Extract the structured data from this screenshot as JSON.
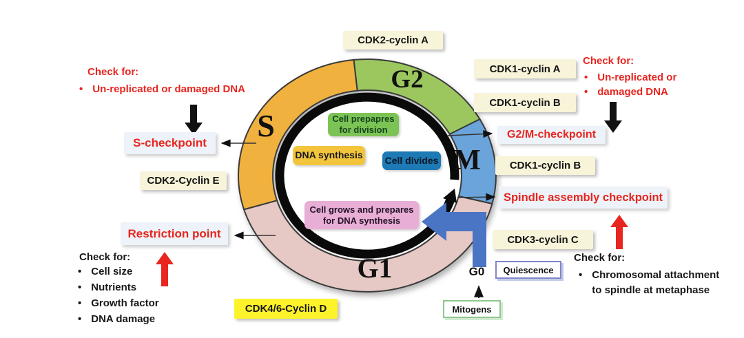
{
  "colors": {
    "red": "#e8251f",
    "g0_arrow": "#4a74c4",
    "cdk_box_bg": "#f8f4da",
    "cdk_d_bg": "#fdf32b",
    "checkpoint_bg": "#edf3f8"
  },
  "ring": {
    "phases": {
      "s": {
        "label": "S",
        "color": "#f0b13f"
      },
      "g2": {
        "label": "G2",
        "color": "#9cc75f"
      },
      "m": {
        "label": "M",
        "color": "#6ba4da"
      },
      "g1": {
        "label": "G1",
        "color": "#e6c9c5"
      }
    },
    "inner_actions": {
      "g2": {
        "text": "Cell prepapres\nfor division",
        "color": "#7cc356",
        "text_color": "#17451c"
      },
      "s": {
        "text": "DNA synthesis",
        "color": "#f2c53d",
        "text_color": "#181818"
      },
      "m": {
        "text": "Cell divides",
        "color": "#1d7ab5",
        "text_color": "#0a1624"
      },
      "g1": {
        "text": "Cell grows and prepares\nfor DNA synthesis",
        "color": "#e8aed6",
        "text_color": "#221226"
      }
    },
    "g0_label": "G0"
  },
  "cyclin_boxes": {
    "cdk2_cyclin_a": "CDK2-cyclin A",
    "cdk1_cyclin_a": "CDK1-cyclin A",
    "cdk1_cyclin_b_upper": "CDK1-cyclin B",
    "cdk1_cyclin_b_lower": "CDK1-cyclin B",
    "cdk3_cyclin_c": "CDK3-cyclin C",
    "cdk2_cyclin_e": "CDK2-Cyclin E",
    "cdk46_cyclin_d": "CDK4/6-Cyclin D"
  },
  "checkpoints": {
    "s": "S-checkpoint",
    "restriction": "Restriction point",
    "g2m": "G2/M-checkpoint",
    "spindle": "Spindle assembly checkpoint"
  },
  "check_lists": {
    "s_checkpoint": {
      "heading": "Check for:",
      "items": [
        "Un-replicated or damaged DNA"
      ]
    },
    "g2m_checkpoint": {
      "heading": "Check for:",
      "items": [
        "Un-replicated or",
        "damaged DNA"
      ]
    },
    "restriction": {
      "heading": "Check for:",
      "items": [
        "Cell size",
        "Nutrients",
        "Growth factor",
        "DNA damage"
      ]
    },
    "spindle": {
      "heading": "Check for:",
      "items": [
        "Chromosomal attachment\nto spindle at metaphase"
      ]
    }
  },
  "quiescence_label": "Quiescence",
  "mitogens_label": "Mitogens",
  "g0_label": "G0"
}
